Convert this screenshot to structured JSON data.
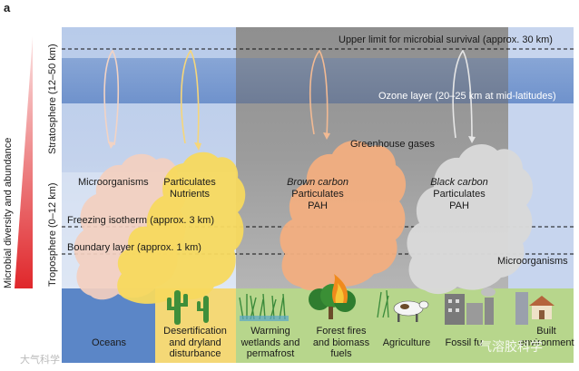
{
  "panel_label": "a",
  "side": {
    "gradient_label": "Microbial diversity and abundance",
    "stratosphere_label": "Stratosphere (12–50 km)",
    "troposphere_label": "Troposphere (0–12 km)"
  },
  "lines": {
    "upper_limit": "Upper limit for microbial survival (approx. 30 km)",
    "ozone": "Ozone layer (20–25 km at mid-latitudes)",
    "greenhouse": "Greenhouse gases",
    "freezing": "Freezing isotherm (approx. 3 km)",
    "boundary": "Boundary layer (approx. 1 km)",
    "microorganisms_right": "Microorganisms"
  },
  "clouds": {
    "microorganisms": "Microorganisms",
    "particulates_1": "Particulates",
    "nutrients": "Nutrients",
    "brown_carbon": "Brown carbon",
    "particulates_2": "Particulates",
    "pah_1": "PAH",
    "black_carbon": "Black carbon",
    "particulates_3": "Particulates",
    "pah_2": "PAH"
  },
  "sources": [
    {
      "label": "Oceans"
    },
    {
      "label": "Desertification and dryland disturbance"
    },
    {
      "label": "Warming wetlands and permafrost"
    },
    {
      "label": "Forest fires and biomass fuels"
    },
    {
      "label": "Agriculture"
    },
    {
      "label": "Fossil fu"
    },
    {
      "label": "Built environment"
    }
  ],
  "watermarks": {
    "left": "大气科学",
    "right": "气溶胶科学"
  },
  "colors": {
    "sky_top": "#bfcfe9",
    "ozone_band": "#7f9fd3",
    "grey_band": "#9e9e9e",
    "ocean": "#5a86c7",
    "desert": "#f4d774",
    "green": "#b5d68a",
    "cloud_pink": "#f3cdbd",
    "cloud_yellow": "#f7d85c",
    "cloud_orange": "#f2ad7e",
    "cloud_grey": "#d7d7d7",
    "triangle_red": "#e0272b"
  }
}
